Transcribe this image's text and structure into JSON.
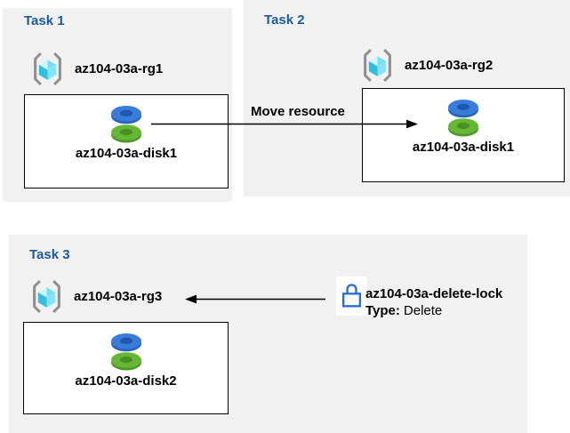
{
  "colors": {
    "panel_bg": "#f1f1f2",
    "task_title": "#1a5a96",
    "text": "#000000",
    "box_border": "#000000",
    "arrow": "#000000",
    "bracket_gray": "#8f8f8f",
    "cube_top_light": "#cdf5fc",
    "cube_top": "#76dff2",
    "cube_left": "#32bedd",
    "cube_right": "#84e4f5",
    "disk_blue": "#3a7dd8",
    "disk_blue_dark": "#2563bd",
    "disk_blue_hole": "#1e57b0",
    "disk_green": "#66b735",
    "disk_green_dark": "#4d9827",
    "disk_green_hole": "#498f23",
    "lock_blue": "#2b6bd8",
    "lock_bg": "#ffffff"
  },
  "tasks": [
    {
      "title": "Task 1",
      "rg_label": "az104-03a-rg1",
      "resource_label": "az104-03a-disk1"
    },
    {
      "title": "Task 2",
      "rg_label": "az104-03a-rg2",
      "resource_label": "az104-03a-disk1"
    },
    {
      "title": "Task 3",
      "rg_label": "az104-03a-rg3",
      "resource_label": "az104-03a-disk2"
    }
  ],
  "arrows": {
    "move_resource_label": "Move resource"
  },
  "lock": {
    "name": "az104-03a-delete-lock",
    "type_label": "Type:",
    "type_value": "Delete"
  }
}
